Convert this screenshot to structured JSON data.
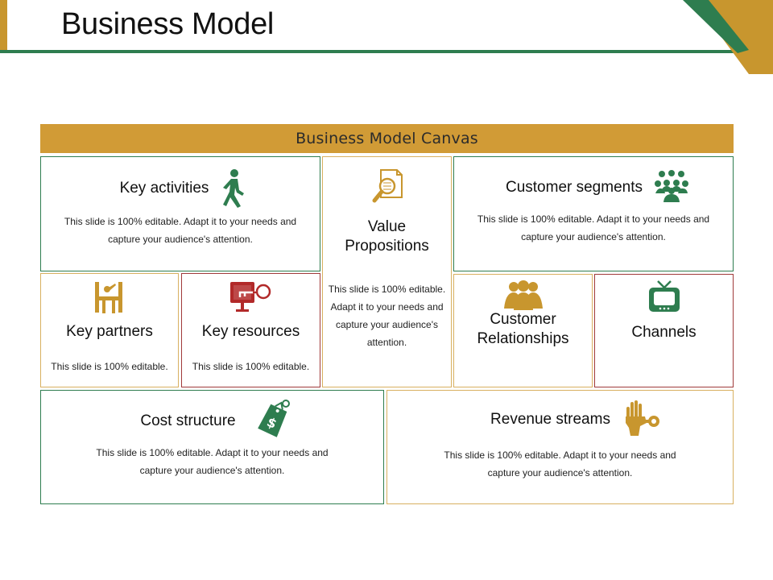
{
  "title": "Business Model",
  "canvas_title": "Business Model Canvas",
  "colors": {
    "green": "#2E7D4F",
    "gold": "#C8962E",
    "red": "#B22A2A",
    "banner": "#D19B36"
  },
  "cells": {
    "key_activities": {
      "title": "Key activities",
      "text": "This slide is 100% editable. Adapt it to your needs and capture your audience's attention.",
      "icon": "person-walking-icon"
    },
    "value_propositions": {
      "title_line1": "Value",
      "title_line2": "Propositions",
      "text": "This slide is 100% editable. Adapt it to your needs and capture your audience's attention.",
      "icon": "magnifier-document-icon"
    },
    "customer_segments": {
      "title": "Customer segments",
      "text": "This slide is 100% editable. Adapt it to your needs and capture your audience's attention.",
      "icon": "people-group-icon"
    },
    "key_partners": {
      "title": "Key partners",
      "text": "This slide is 100% editable.",
      "icon": "meeting-table-icon"
    },
    "key_resources": {
      "title": "Key resources",
      "text": "This slide is 100% editable.",
      "icon": "monitor-key-icon"
    },
    "customer_relationships": {
      "title_line1": "Customer",
      "title_line2": "Relationships",
      "icon": "group-people-icon"
    },
    "channels": {
      "title": "Channels",
      "icon": "tv-icon"
    },
    "cost_structure": {
      "title": "Cost structure",
      "text": "This slide is 100% editable. Adapt it to your needs and capture your audience's attention.",
      "icon": "price-tag-dollar-icon"
    },
    "revenue_streams": {
      "title": "Revenue streams",
      "text": "This slide is 100% editable. Adapt it to your needs and capture your audience's attention.",
      "icon": "hand-key-icon"
    }
  }
}
